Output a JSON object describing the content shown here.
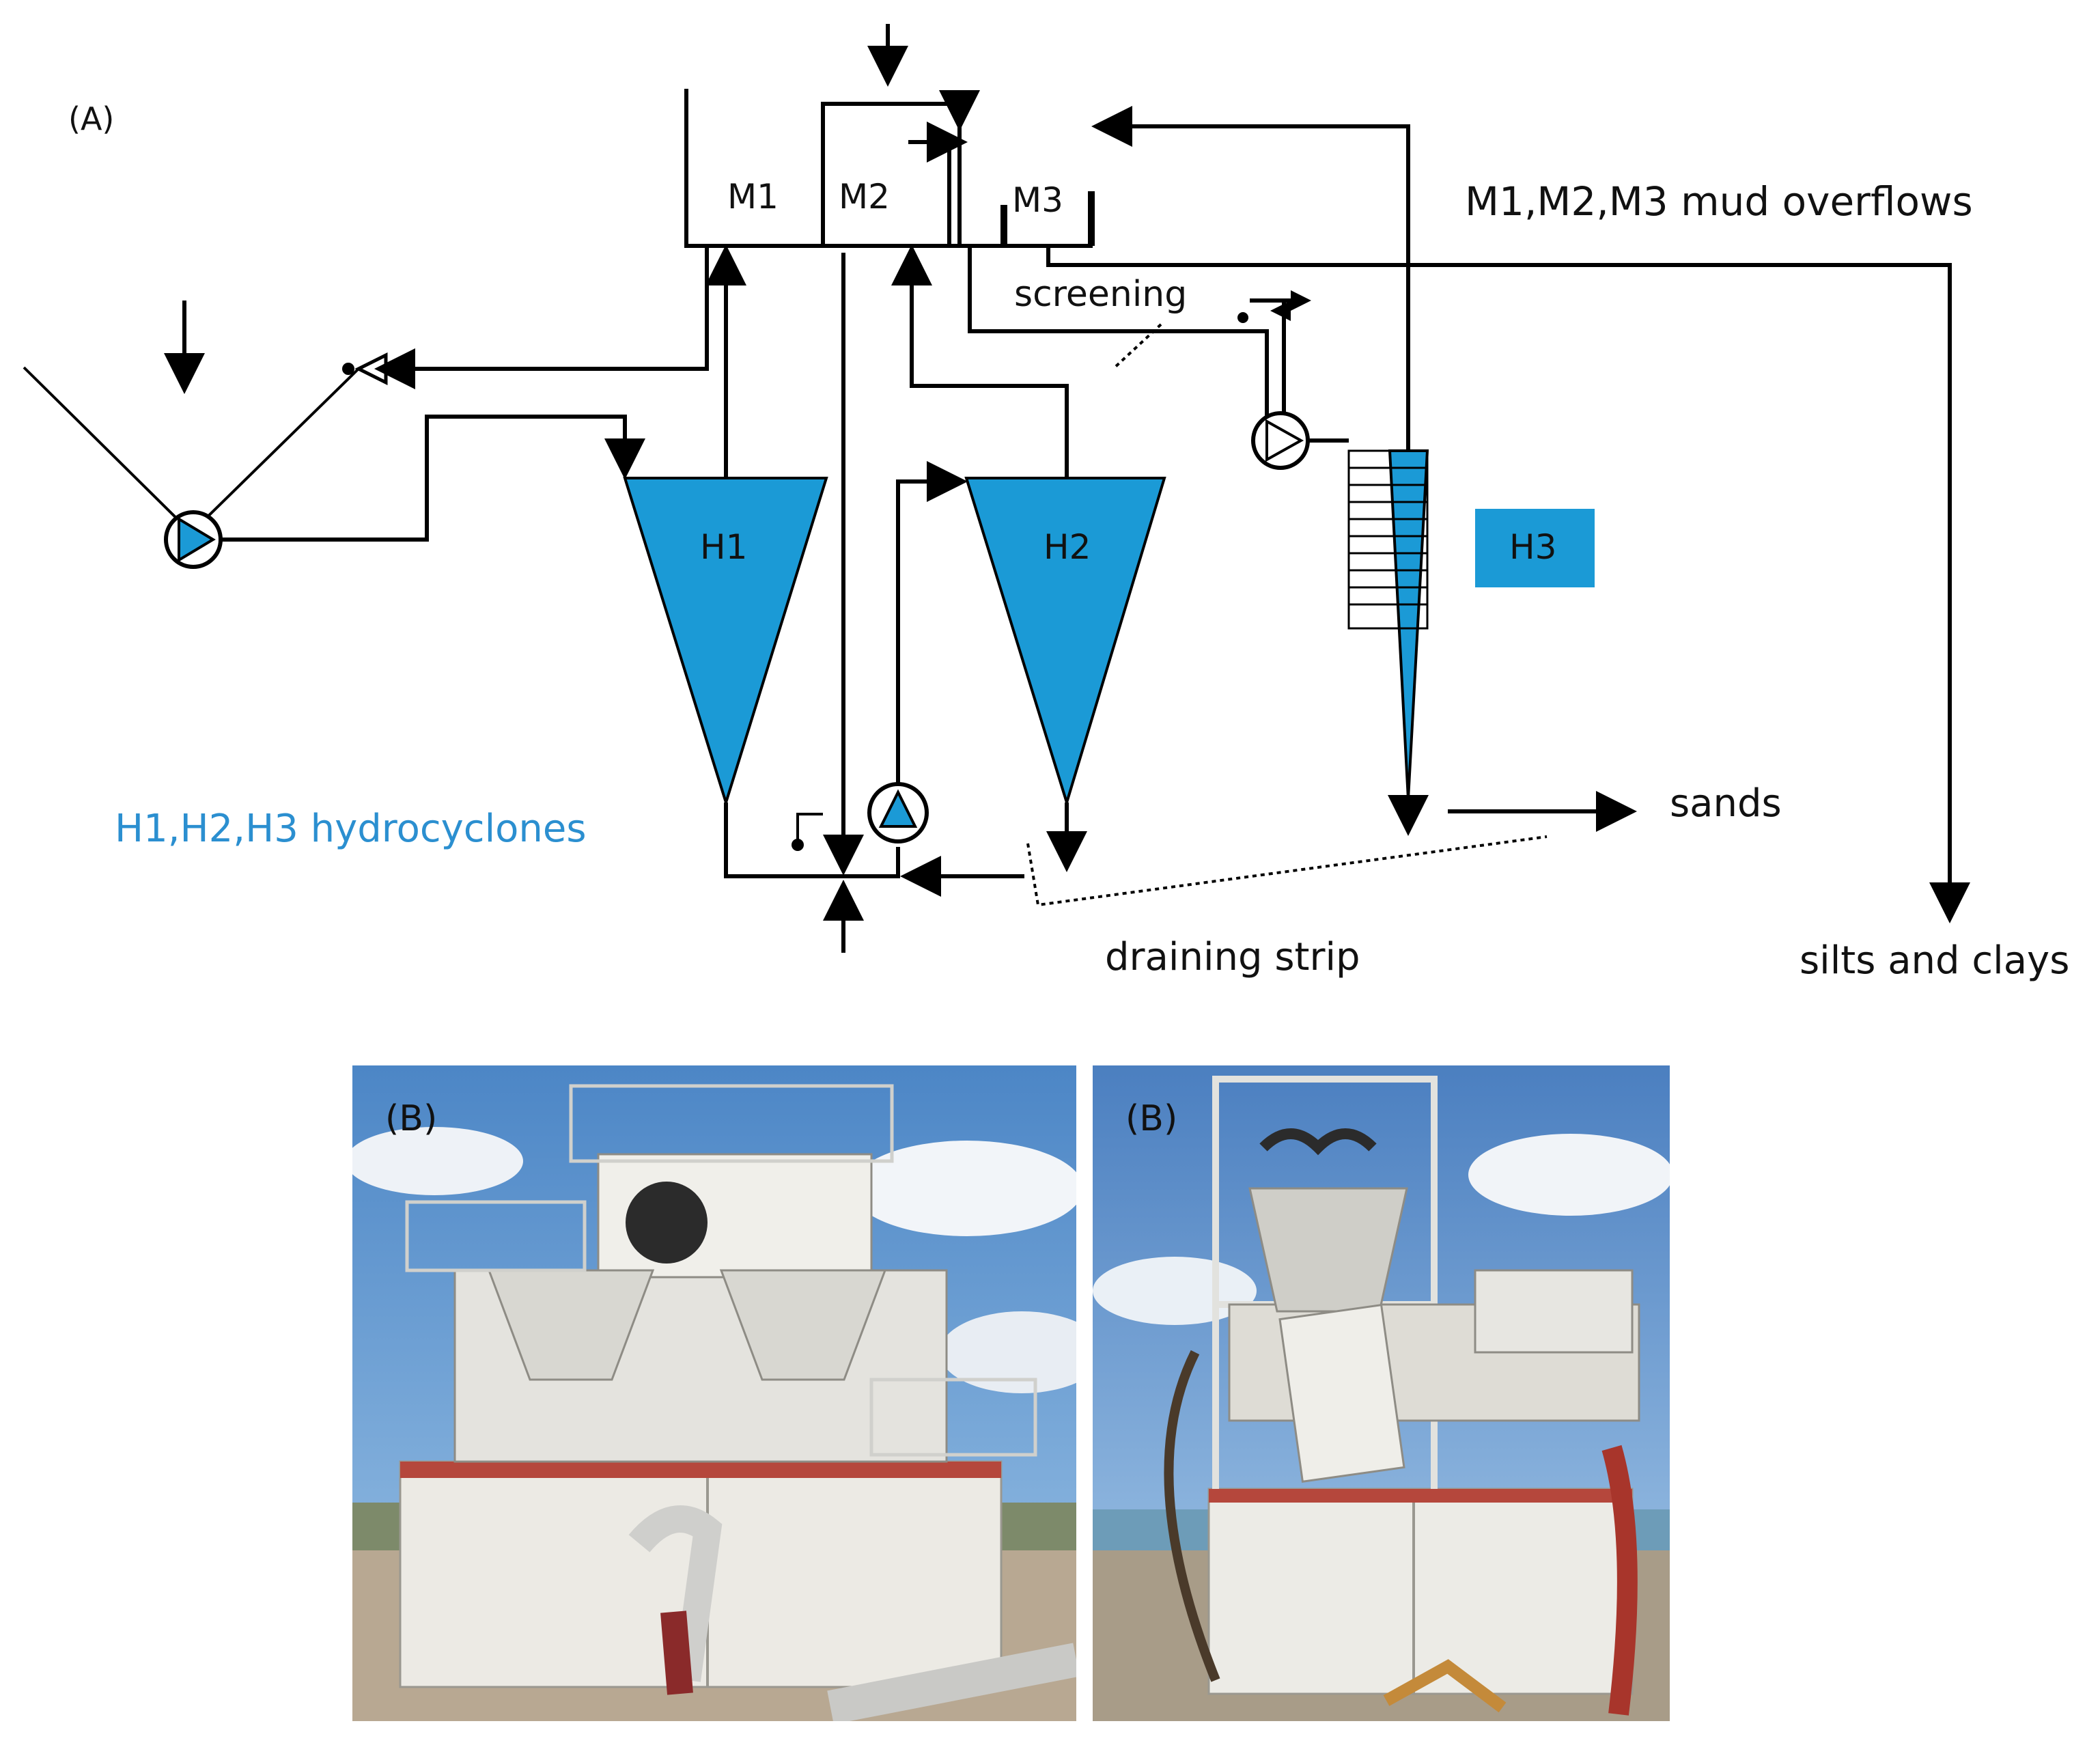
{
  "panel_a": {
    "label": "(A)",
    "mud_labels": [
      "M1",
      "M2",
      "M3"
    ],
    "hydro_labels": [
      "H1",
      "H2",
      "H3"
    ],
    "screening": "screening",
    "legend_mud": "M1,M2,M3 mud overflows",
    "legend_hydro": "H1,H2,H3 hydrocyclones",
    "out_sands": "sands",
    "out_silts": "silts and clays",
    "draining": "draining strip"
  },
  "photos": [
    {
      "label": "(B)"
    },
    {
      "label": "(B)"
    }
  ],
  "colors": {
    "cyclone": "#1b9ad6",
    "legend_text": "#2b8fd0",
    "line": "#000000"
  }
}
